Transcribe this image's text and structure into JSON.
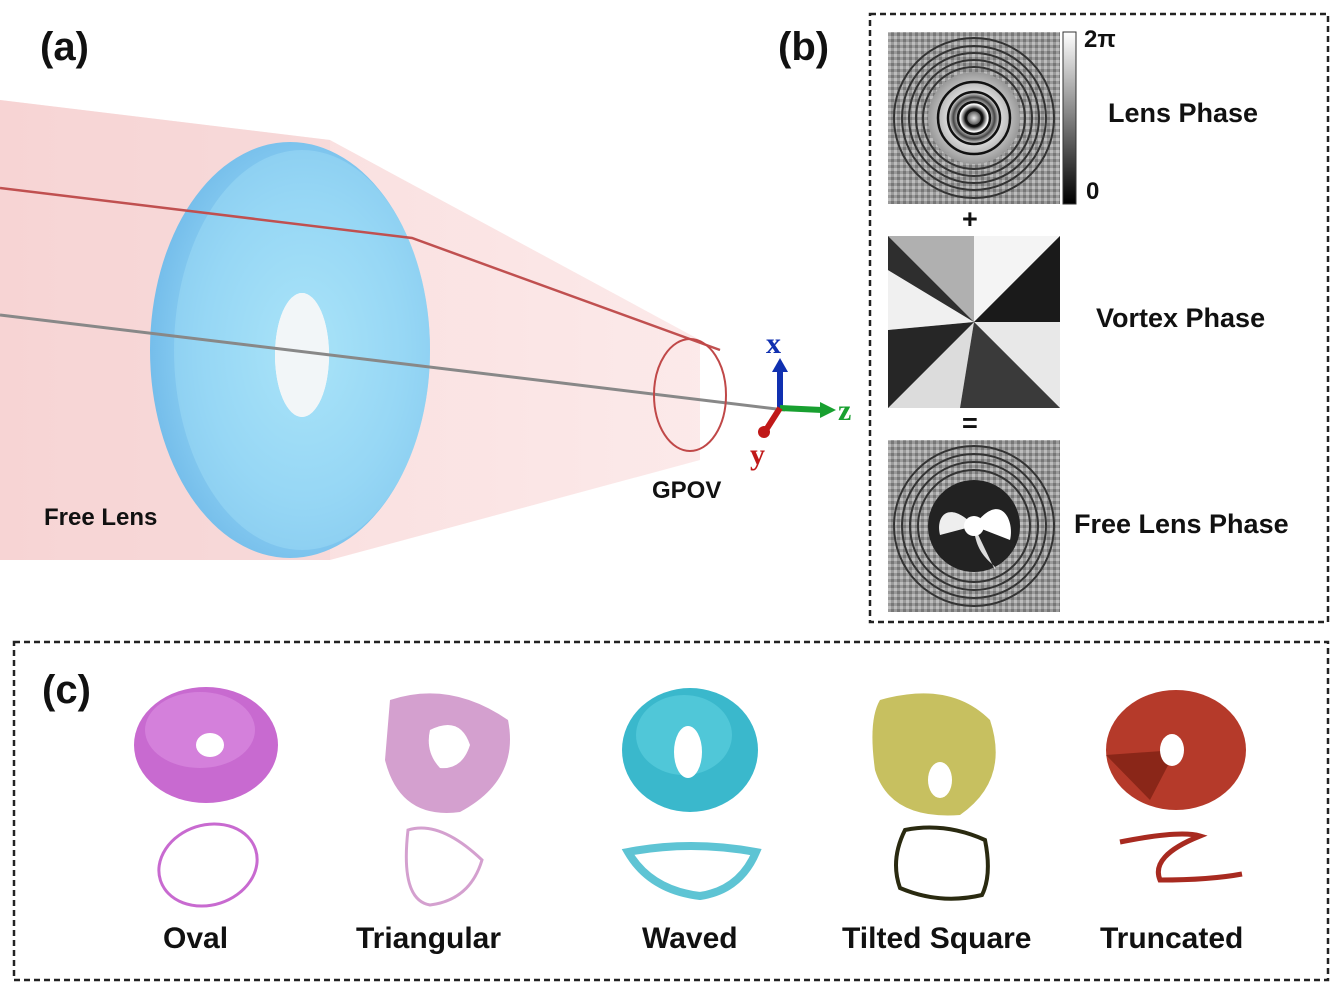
{
  "panels": {
    "a": {
      "letter": "(a)",
      "free_lens_label": "Free Lens",
      "gpov_label": "GPOV",
      "axes": {
        "x": "x",
        "y": "y",
        "z": "z"
      }
    },
    "b": {
      "letter": "(b)",
      "colorbar": {
        "max": "2π",
        "min": "0"
      },
      "plus": "+",
      "equals": "=",
      "rows": [
        {
          "label": "Lens Phase"
        },
        {
          "label": "Vortex Phase"
        },
        {
          "label": "Free Lens Phase"
        }
      ]
    },
    "c": {
      "letter": "(c)",
      "shapes": [
        {
          "label": "Oval",
          "color": "#c86ad0"
        },
        {
          "label": "Triangular",
          "color": "#d4a0cf"
        },
        {
          "label": "Waved",
          "color": "#3ab8cc"
        },
        {
          "label": "Tilted Square",
          "color": "#c7c060"
        },
        {
          "label": "Truncated",
          "color": "#b53a2a"
        }
      ]
    }
  },
  "colors": {
    "beam": "#f6c4c4",
    "torus": "#7ec8f0",
    "axis_x": "#1030b0",
    "axis_y": "#c01818",
    "axis_z": "#18a030"
  }
}
